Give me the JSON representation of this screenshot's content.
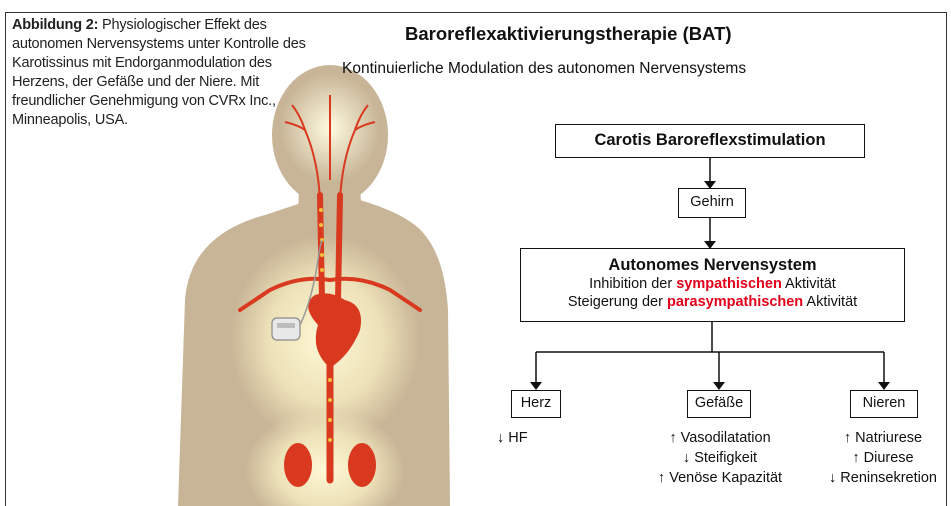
{
  "caption": {
    "label": "Abbildung 2:",
    "text": "Physiologischer Effekt des autonomen Nervensystems unter Kontrolle des Karotissinus mit Endorganmodulation des Herzens, der Gefäße und der Niere. Mit freundlicher Genehmigung von CVRx Inc., Minneapolis, USA."
  },
  "diagram": {
    "title": "Baroreflexaktivierungstherapie (BAT)",
    "subtitle": "Kontinuierliche Modulation des autonomen Nervensystems",
    "stimulation": "Carotis Baroreflexstimulation",
    "brain": "Gehirn",
    "ans": {
      "heading": "Autonomes Nervensystem",
      "line1_pre": "Inhibition der",
      "line1_red": "sympathischen",
      "line1_post": "Aktivität",
      "line2_pre": "Steigerung der",
      "line2_red": "parasympathischen",
      "line2_post": "Aktivität"
    },
    "organs": {
      "heart": {
        "label": "Herz",
        "effects": [
          "↓ HF"
        ]
      },
      "vessels": {
        "label": "Gefäße",
        "effects": [
          "↑ Vasodilatation",
          "↓ Steifigkeit",
          "↑ Venöse Kapazität"
        ]
      },
      "kidneys": {
        "label": "Nieren",
        "effects": [
          "↑ Natriurese",
          "↑ Diurese",
          "↓ Reninsekretion"
        ]
      }
    }
  },
  "colors": {
    "accent_red": "#e3001b",
    "skin": "#c9b69a",
    "glow": "#fff7c8",
    "artery": "#d9391e"
  }
}
